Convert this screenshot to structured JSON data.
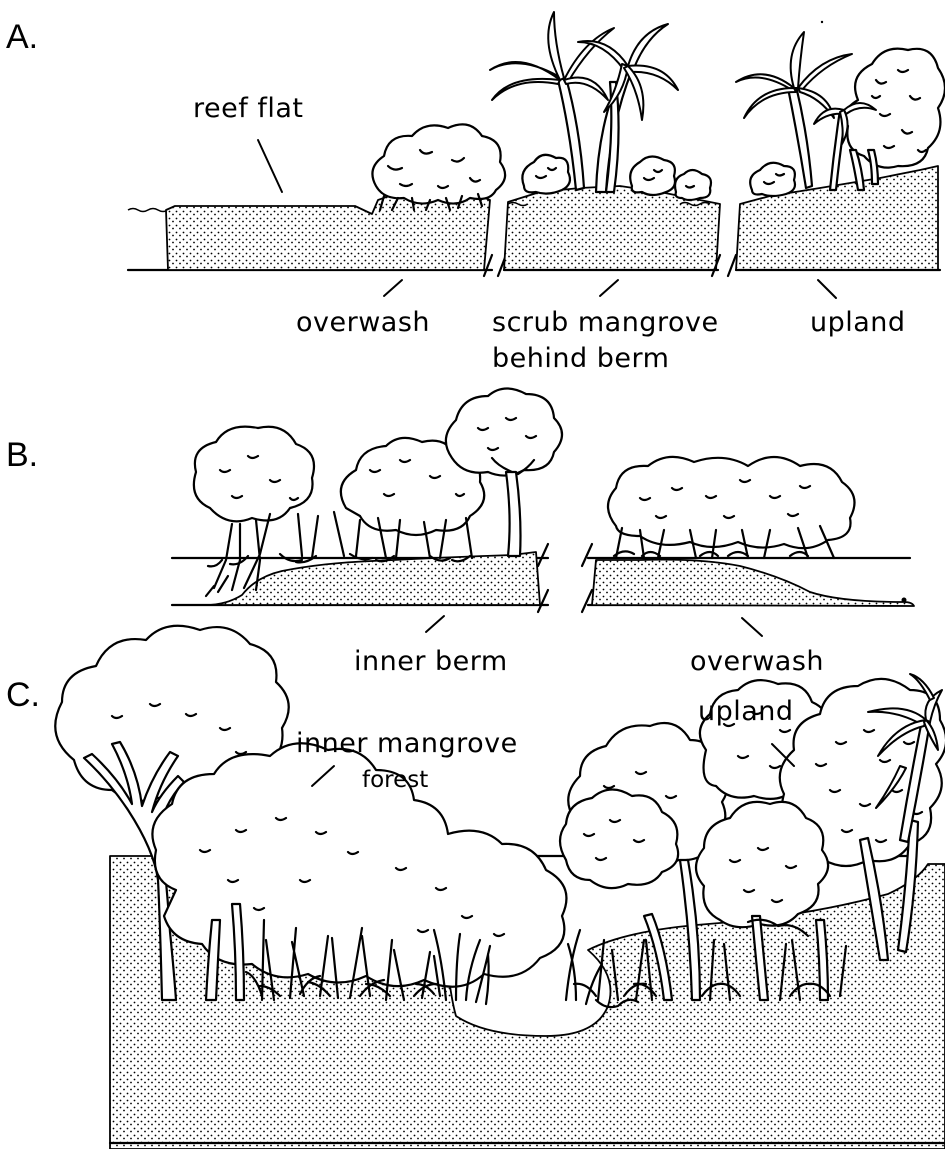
{
  "panels": [
    {
      "letter": "A.",
      "labels": {
        "reef_flat": "reef flat",
        "overwash": "overwash",
        "scrub_mangrove_1": "scrub mangrove",
        "scrub_mangrove_2": "behind berm",
        "upland": "upland"
      }
    },
    {
      "letter": "B.",
      "labels": {
        "inner_berm": "inner berm",
        "overwash": "overwash"
      }
    },
    {
      "letter": "C.",
      "labels": {
        "inner_mangrove_1": "inner mangrove",
        "inner_mangrove_2": "forest",
        "upland": "upland"
      }
    }
  ]
}
